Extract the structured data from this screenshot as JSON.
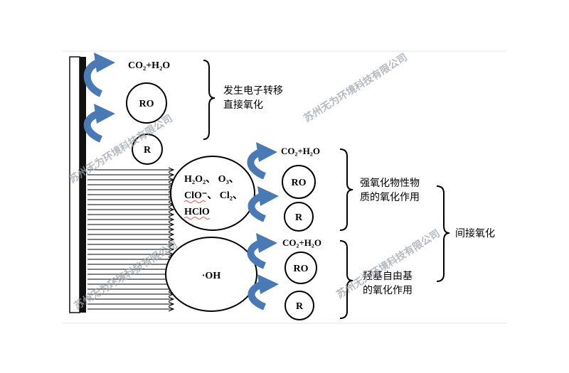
{
  "direct": {
    "product": "CO₂+H₂O",
    "ro": "RO",
    "r": "R",
    "label_line1": "发生电子转移",
    "label_line2": "直接氧化"
  },
  "strong": {
    "species_line1": "H₂O₂、 O₃、",
    "species_line2": "ClO⁻、 Cl₂、",
    "species_line3": "HClO",
    "product": "CO₂+H₂O",
    "ro": "RO",
    "r": "R",
    "label_line1": "强氧化物性物",
    "label_line2": "质的氧化作用"
  },
  "radical": {
    "species": "·OH",
    "product": "CO₂+H₂O",
    "ro": "RO",
    "r": "R",
    "label_line1": "羟基自由基",
    "label_line2": "的氧化作用"
  },
  "indirect_label": "间接氧化",
  "watermark": "苏州无为环境科技有限公司",
  "colors": {
    "arrow_blue": "#4a7ab5",
    "electrode": "#111111",
    "line": "#000000",
    "watermark": "#9aa3ab"
  }
}
